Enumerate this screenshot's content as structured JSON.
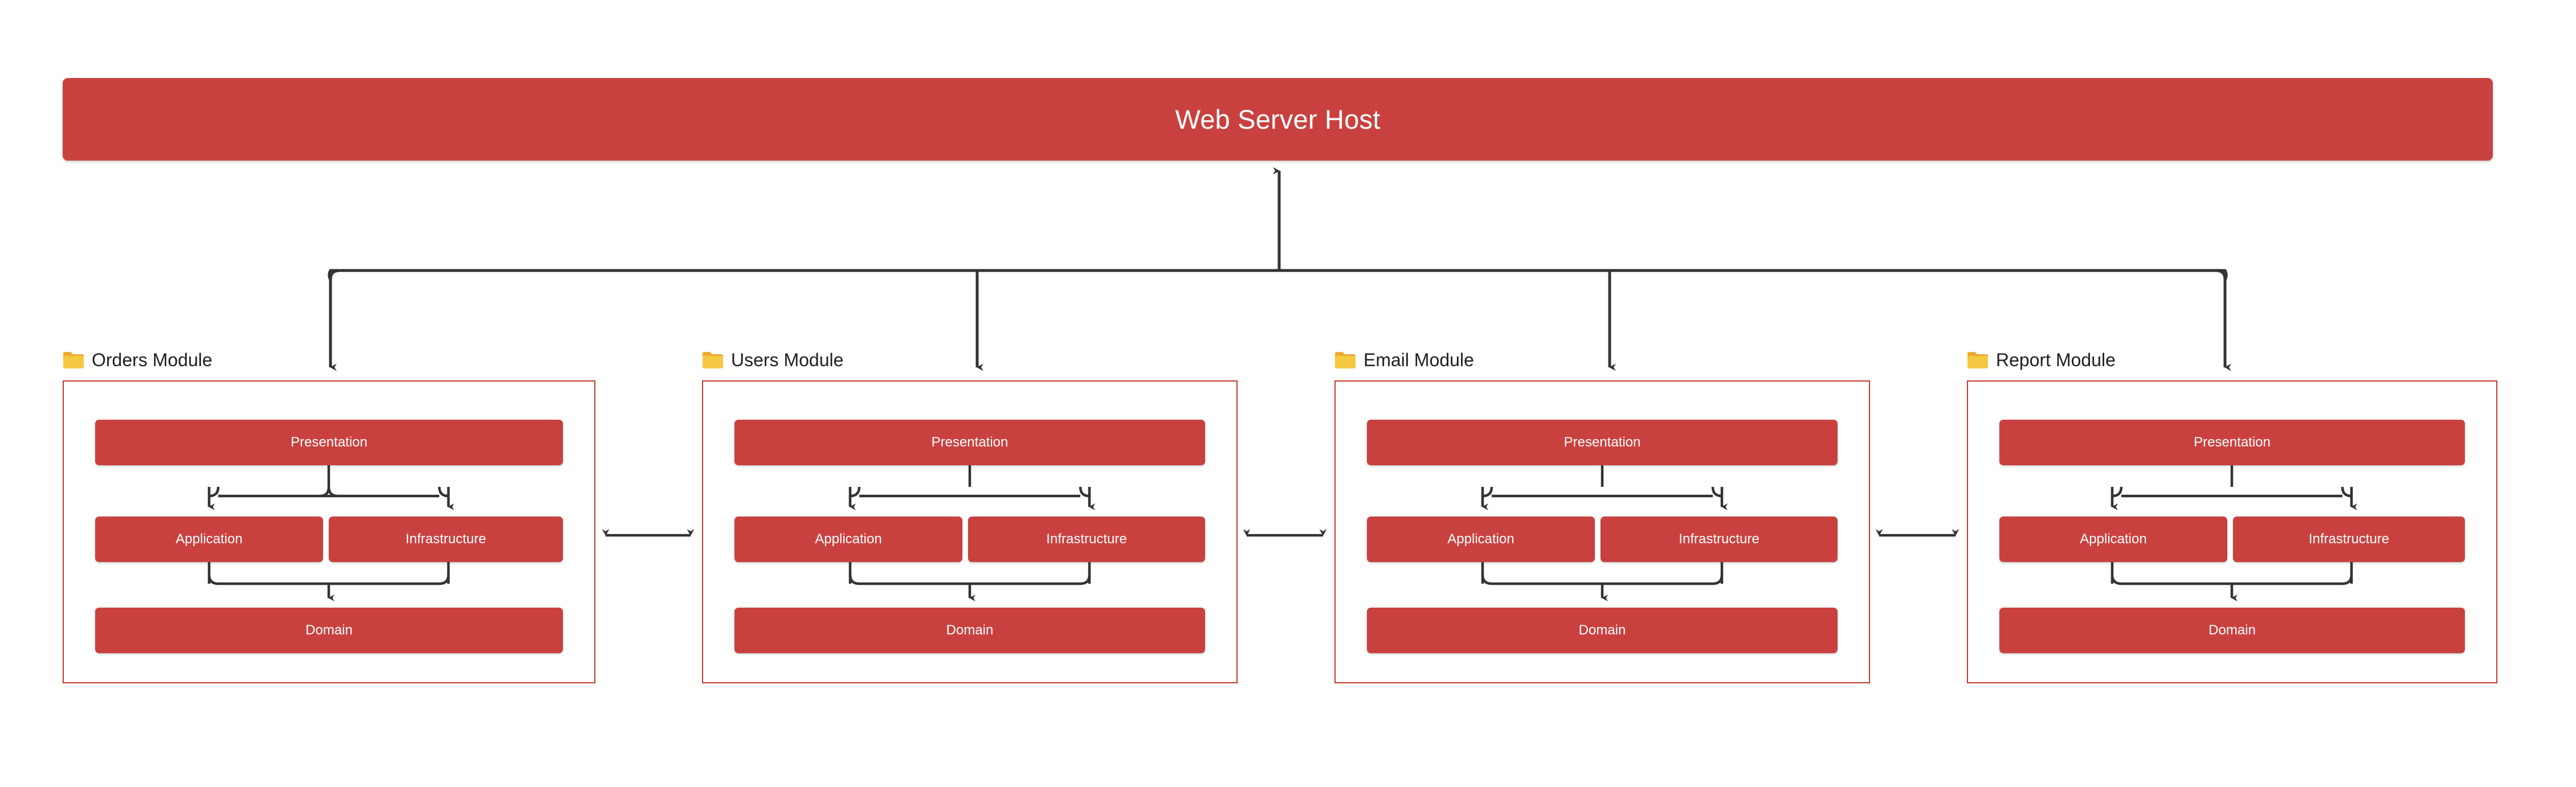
{
  "diagram": {
    "title": "Web Server Host",
    "host": {
      "label": "Web Server Host",
      "color": "#c9413f",
      "text_color": "#ffffff"
    },
    "colors": {
      "module_fill": "#c9413f",
      "module_border": "#c0392b",
      "connector": "#333333",
      "folder_body": "#f5c842",
      "folder_tab": "#f0a830",
      "background": "#ffffff",
      "label_text": "#1f1f1f"
    },
    "layer_names": {
      "presentation": "Presentation",
      "application": "Application",
      "infrastructure": "Infrastructure",
      "domain": "Domain"
    },
    "modules": [
      {
        "id": "orders",
        "label": "Orders Module",
        "icon": "folder-icon",
        "layers": {
          "presentation": "Presentation",
          "application": "Application",
          "infrastructure": "Infrastructure",
          "domain": "Domain"
        }
      },
      {
        "id": "users",
        "label": "Users Module",
        "icon": "folder-icon",
        "layers": {
          "presentation": "Presentation",
          "application": "Application",
          "infrastructure": "Infrastructure",
          "domain": "Domain"
        }
      },
      {
        "id": "email",
        "label": "Email Module",
        "icon": "folder-icon",
        "layers": {
          "presentation": "Presentation",
          "application": "Application",
          "infrastructure": "Infrastructure",
          "domain": "Domain"
        }
      },
      {
        "id": "report",
        "label": "Report Module",
        "icon": "folder-icon",
        "layers": {
          "presentation": "Presentation",
          "application": "Application",
          "infrastructure": "Infrastructure",
          "domain": "Domain"
        }
      }
    ],
    "connections": {
      "host_to_modules": "tree",
      "module_to_module": "bidirectional",
      "intra_module": [
        "presentation -> application",
        "presentation -> infrastructure",
        "application -> domain",
        "infrastructure -> domain"
      ]
    }
  }
}
